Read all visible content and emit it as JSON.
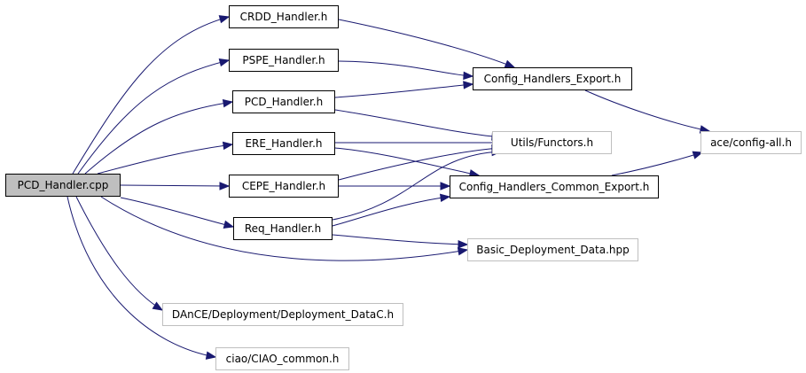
{
  "nodes": [
    {
      "id": "root",
      "label": "PCD_Handler.cpp",
      "style": "root"
    },
    {
      "id": "crdd",
      "label": "CRDD_Handler.h",
      "style": "solid"
    },
    {
      "id": "pspe",
      "label": "PSPE_Handler.h",
      "style": "solid"
    },
    {
      "id": "pcdh",
      "label": "PCD_Handler.h",
      "style": "solid"
    },
    {
      "id": "ere",
      "label": "ERE_Handler.h",
      "style": "solid"
    },
    {
      "id": "cepe",
      "label": "CEPE_Handler.h",
      "style": "solid"
    },
    {
      "id": "req",
      "label": "Req_Handler.h",
      "style": "solid"
    },
    {
      "id": "export",
      "label": "Config_Handlers_Export.h",
      "style": "solid"
    },
    {
      "id": "utils",
      "label": "Utils/Functors.h",
      "style": "faint"
    },
    {
      "id": "common",
      "label": "Config_Handlers_Common_Export.h",
      "style": "solid"
    },
    {
      "id": "ace",
      "label": "ace/config-all.h",
      "style": "faint"
    },
    {
      "id": "basic",
      "label": "Basic_Deployment_Data.hpp",
      "style": "faint"
    },
    {
      "id": "dance",
      "label": "DAnCE/Deployment/Deployment_DataC.h",
      "style": "faint"
    },
    {
      "id": "ciao",
      "label": "ciao/CIAO_common.h",
      "style": "faint"
    }
  ],
  "edges": [
    [
      "root",
      "crdd"
    ],
    [
      "root",
      "pspe"
    ],
    [
      "root",
      "pcdh"
    ],
    [
      "root",
      "ere"
    ],
    [
      "root",
      "cepe"
    ],
    [
      "root",
      "req"
    ],
    [
      "root",
      "basic"
    ],
    [
      "root",
      "dance"
    ],
    [
      "root",
      "ciao"
    ],
    [
      "crdd",
      "export"
    ],
    [
      "pspe",
      "export"
    ],
    [
      "pcdh",
      "export"
    ],
    [
      "pcdh",
      "utils"
    ],
    [
      "ere",
      "utils"
    ],
    [
      "ere",
      "common"
    ],
    [
      "cepe",
      "utils"
    ],
    [
      "cepe",
      "common"
    ],
    [
      "req",
      "utils"
    ],
    [
      "req",
      "common"
    ],
    [
      "req",
      "basic"
    ],
    [
      "export",
      "ace"
    ],
    [
      "common",
      "ace"
    ]
  ],
  "colors": {
    "edge": "#191970",
    "root_fill": "#bfbfbf",
    "faint_border": "#bfbfbf"
  }
}
